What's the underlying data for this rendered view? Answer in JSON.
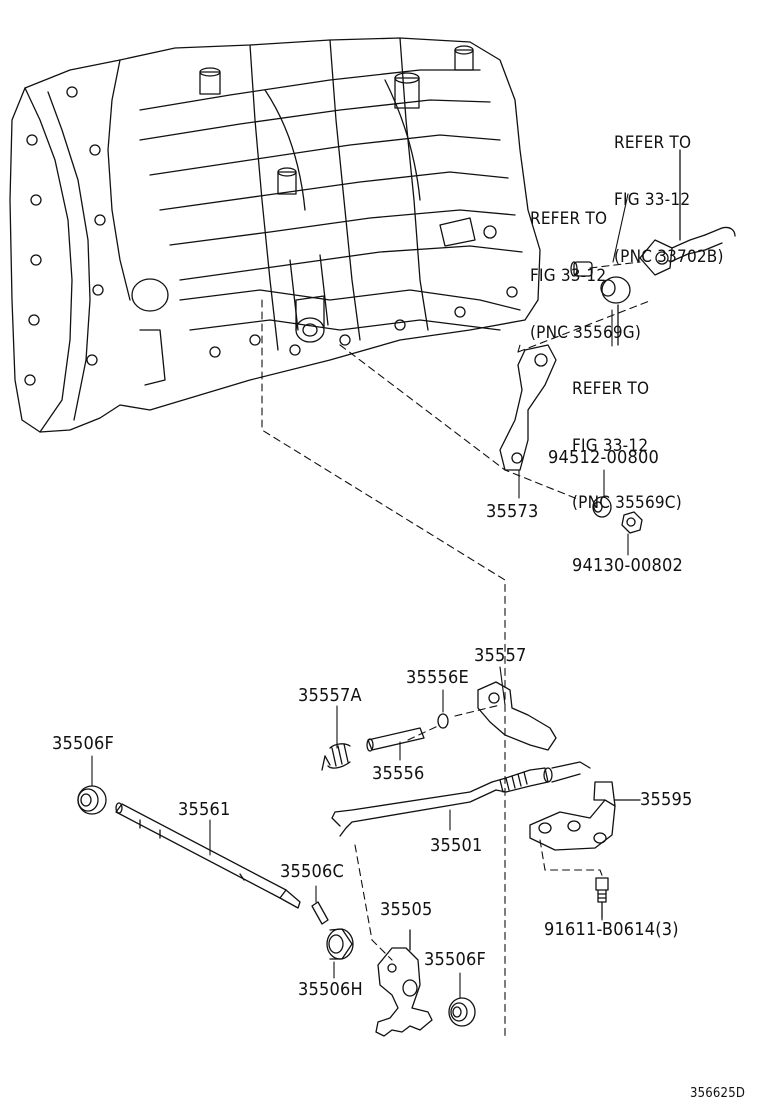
{
  "refs": {
    "r1": [
      "REFER TO",
      "FIG 33-12",
      "(PNC 33702B)"
    ],
    "r2": [
      "REFER TO",
      "FIG 33-12",
      "(PNC 35569G)"
    ],
    "r3": [
      "REFER TO",
      "FIG 33-12",
      "(PNC 35569C)"
    ]
  },
  "parts": {
    "p35573": "35573",
    "p9451200800": "94512-00800",
    "p9413000802": "94130-00802",
    "p35557": "35557",
    "p35556E": "35556E",
    "p35557A": "35557A",
    "p35556": "35556",
    "p35506F_top": "35506F",
    "p35561": "35561",
    "p35501": "35501",
    "p35595": "35595",
    "p35506C": "35506C",
    "p35505": "35505",
    "p35506F_bot": "35506F",
    "p35506H": "35506H",
    "p91611": "91611-B0614(3)"
  },
  "figure_id": "356625D"
}
